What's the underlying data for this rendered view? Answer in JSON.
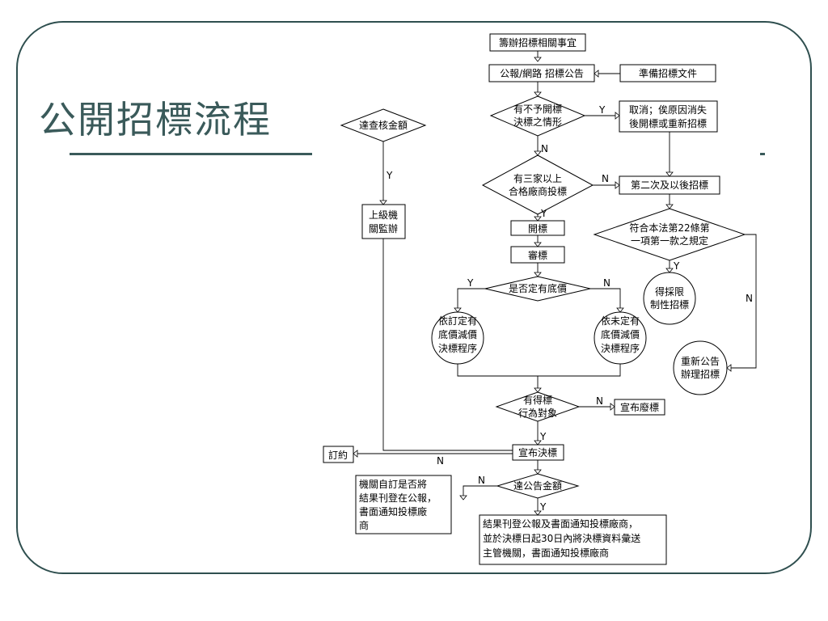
{
  "slide": {
    "title": "公開招標流程",
    "accent_color": "#2f4f4f"
  },
  "flowchart": {
    "nodes": {
      "prep_matters": "籌辦招標相關事宜",
      "announce": "公報/網路 招標公告",
      "prep_docs": "準備招標文件",
      "no_open_decision": [
        "有不予開標",
        "決標之情形"
      ],
      "cancel": [
        "取消；俟原因消失",
        "後開標或重新招標"
      ],
      "three_bidders": [
        "有三家以上",
        "合格廠商投標"
      ],
      "second_tender": "第二次及以後招標",
      "meets_law": [
        "符合本法第22條第",
        "一項第一款之規定"
      ],
      "limited_tender": [
        "得採限",
        "制性招標"
      ],
      "re_announce": [
        "重新公告",
        "辦理招標"
      ],
      "check_amount": "達查核金額",
      "supervise": [
        "上級機",
        "關監辦"
      ],
      "open_bid": "開標",
      "review": "審標",
      "has_base_price": "是否定有底價",
      "with_base_price": [
        "依訂定有",
        "底價減價",
        "決標程序"
      ],
      "without_base_price": [
        "依未定有",
        "底價減價",
        "決標程序"
      ],
      "award_target": [
        "有得標",
        "行為對象"
      ],
      "declare_fail": "宣布廢標",
      "declare_award": "宣布決標",
      "contract": "訂約",
      "notice_amount": "達公告金額",
      "self_decide": [
        "機關自訂是否將",
        "結果刊登在公報，",
        "書面通知投標廠",
        "商"
      ],
      "publish_result": [
        "結果刊登公報及書面通知投標廠商，",
        "並於決標日起30日內將決標資料彙送",
        "主管機關，書面通知投標廠商"
      ]
    },
    "edge_labels": {
      "yes": "Y",
      "no": "N"
    }
  }
}
